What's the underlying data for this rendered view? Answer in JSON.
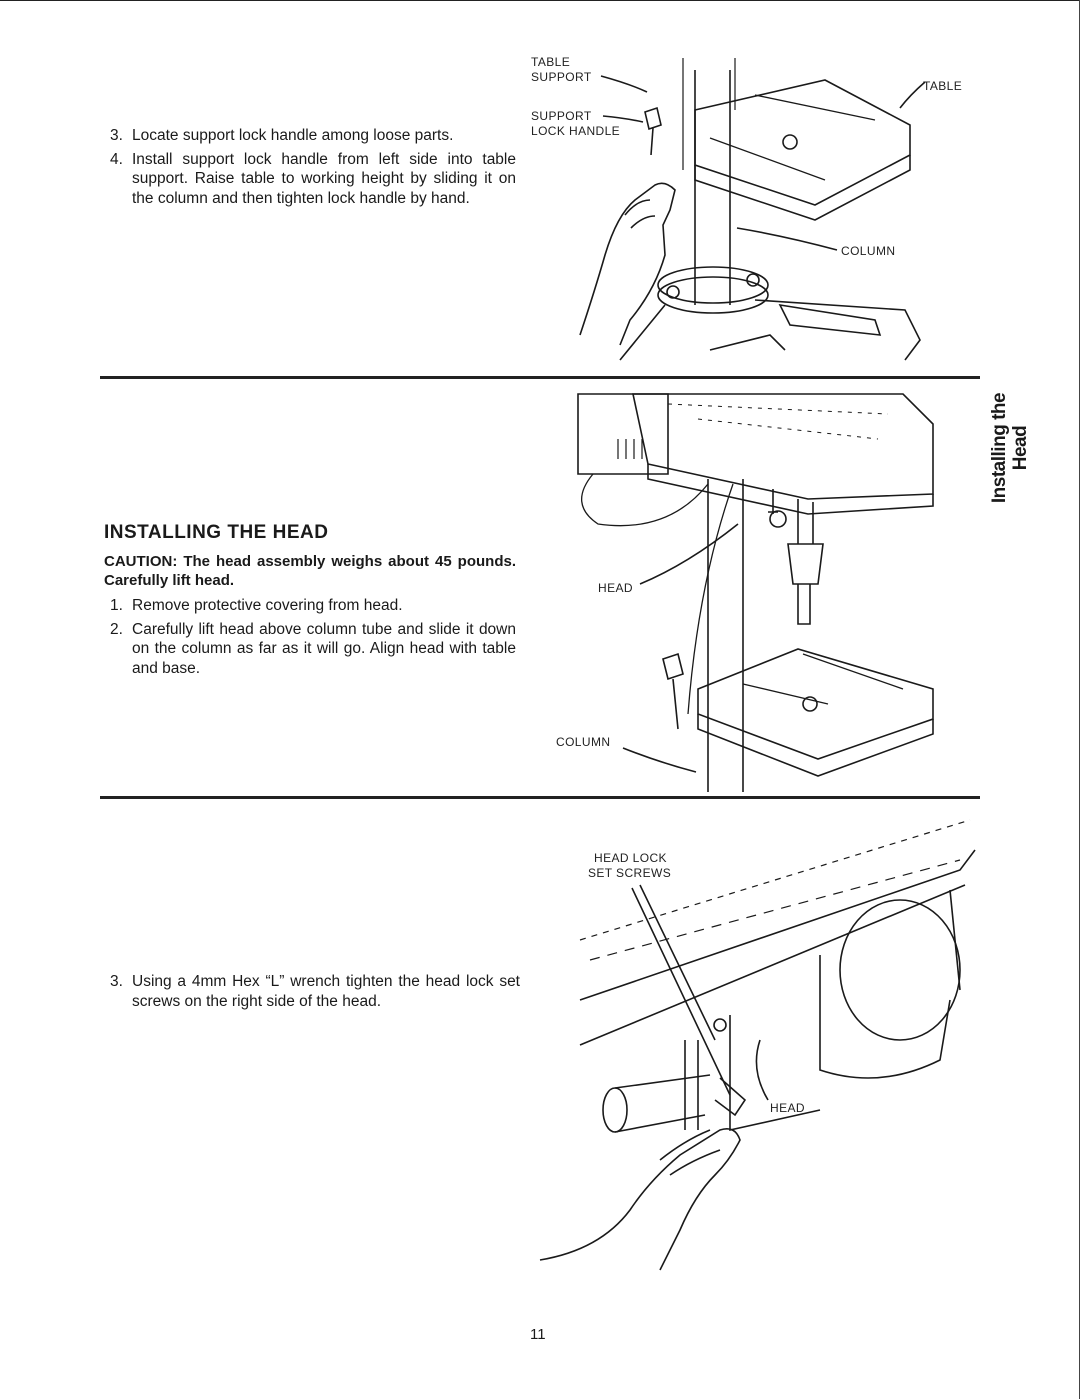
{
  "side_tab": {
    "line1": "Installing the",
    "line2": "Head"
  },
  "section1": {
    "steps": [
      {
        "num": "3.",
        "text": "Locate support lock handle among loose parts."
      },
      {
        "num": "4.",
        "text": "Install support lock handle from left side into table support. Raise table to working height by sliding it on the column and then tighten lock handle by hand."
      }
    ],
    "figure": {
      "label_table_support_1": "TABLE",
      "label_table_support_2": "SUPPORT",
      "label_lock_handle_1": "SUPPORT",
      "label_lock_handle_2": "LOCK HANDLE",
      "label_table": "TABLE",
      "label_column": "COLUMN"
    }
  },
  "section2": {
    "title": "INSTALLING THE HEAD",
    "caution": "CAUTION: The head assembly weighs about 45 pounds. Carefully lift head.",
    "steps": [
      {
        "num": "1.",
        "text": "Remove protective covering from head."
      },
      {
        "num": "2.",
        "text": "Carefully lift head above column tube and slide it down on the column as far as it will go. Align head with table and base."
      }
    ],
    "figure": {
      "label_head": "HEAD",
      "label_column": "COLUMN"
    }
  },
  "section3": {
    "steps": [
      {
        "num": "3.",
        "text": "Using a 4mm Hex “L” wrench tighten the head lock set screws on the right side of the head."
      }
    ],
    "figure": {
      "label_set_screws_1": "HEAD LOCK",
      "label_set_screws_2": "SET SCREWS",
      "label_head": "HEAD"
    }
  },
  "page_number": "11"
}
